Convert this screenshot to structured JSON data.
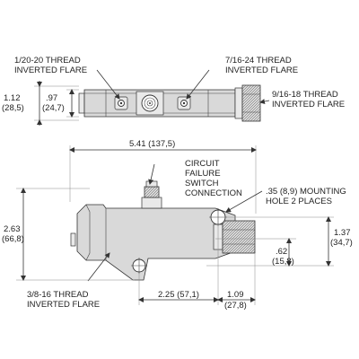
{
  "labels": {
    "top_left_thread": [
      "1/20-20 THREAD",
      "INVERTED FLARE"
    ],
    "top_mid_thread": [
      "7/16-24 THREAD",
      "INVERTED FLARE"
    ],
    "top_right_thread": [
      "9/16-18 THREAD",
      "INVERTED FLARE"
    ],
    "switch": [
      "CIRCUIT",
      "FAILURE",
      "SWITCH",
      "CONNECTION"
    ],
    "mounting_hole": [
      ".35 (8,9) MOUNTING",
      "HOLE 2 PLACES"
    ],
    "bottom_left_thread": [
      "3/8-16 THREAD",
      "INVERTED FLARE"
    ]
  },
  "dimensions": {
    "height_top": [
      "1.12",
      "(28,5)"
    ],
    "height_inner_top": [
      ".97",
      "(24,7)"
    ],
    "width_overall": "5.41 (137,5)",
    "height_side": [
      "2.63",
      "(66,8)"
    ],
    "right_height": [
      "1.37",
      "(34,7)"
    ],
    "right_offset": [
      ".62",
      "(15,8)"
    ],
    "hole_spacing": "2.25 (57,1)",
    "right_stub": [
      "1.09",
      "(27,8)"
    ]
  },
  "colors": {
    "line": "#333333",
    "part_fill": "#d9d9d9",
    "background": "#ffffff"
  }
}
